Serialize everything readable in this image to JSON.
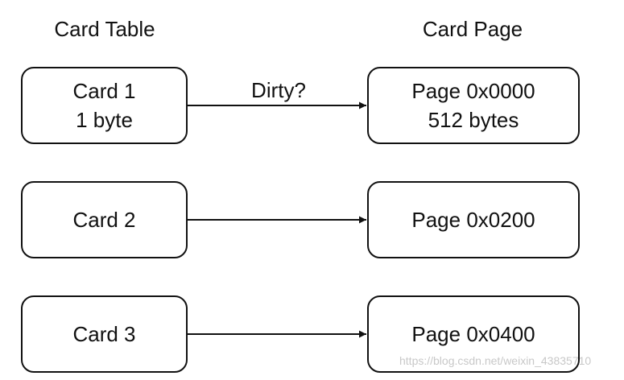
{
  "headers": {
    "card_table": "Card Table",
    "card_page": "Card Page"
  },
  "rows": [
    {
      "card": [
        "Card 1",
        "1 byte"
      ],
      "page": [
        "Page 0x0000",
        "512 bytes"
      ],
      "edge_label": "Dirty?"
    },
    {
      "card": [
        "Card 2"
      ],
      "page": [
        "Page 0x0200"
      ],
      "edge_label": ""
    },
    {
      "card": [
        "Card 3"
      ],
      "page": [
        "Page 0x0400"
      ],
      "edge_label": ""
    }
  ],
  "watermark": "https://blog.csdn.net/weixin_43835710",
  "colors": {
    "stroke": "#111111",
    "background": "#ffffff",
    "watermark": "#c8c8c8"
  }
}
